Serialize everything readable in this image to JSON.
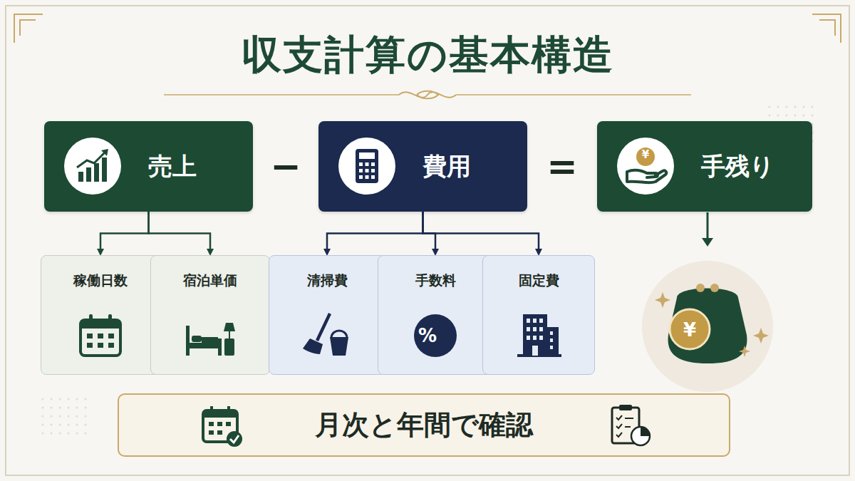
{
  "diagram": {
    "title": "収支計算の基本構造",
    "nodes": [
      {
        "text": [
          "売上"
        ]
      },
      {
        "text": [
          "費用"
        ]
      },
      {
        "text": [
          "手残り"
        ]
      },
      {
        "text": [
          "稼働日数"
        ]
      },
      {
        "text": [
          "宿泊単価"
        ]
      },
      {
        "text": [
          "清掃費"
        ]
      },
      {
        "text": [
          "手数料"
        ]
      },
      {
        "text": [
          "固定費"
        ]
      },
      {
        "text": [
          "月次と年間で確認"
        ]
      }
    ],
    "edges": [
      {
        "from": 0,
        "to": 3,
        "arrow": "to"
      },
      {
        "from": 0,
        "to": 4,
        "arrow": "to"
      },
      {
        "from": 1,
        "to": 5,
        "arrow": "to"
      },
      {
        "from": 1,
        "to": 6,
        "arrow": "to"
      },
      {
        "from": 1,
        "to": 7,
        "arrow": "to"
      }
    ],
    "labels": [
      "−",
      "=",
      "%",
      "¥",
      "¥"
    ]
  }
}
